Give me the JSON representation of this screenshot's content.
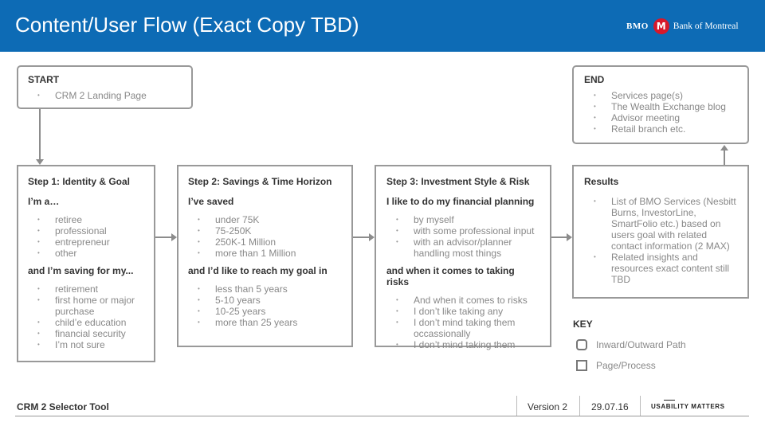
{
  "header": {
    "title": "Content/User Flow (Exact Copy TBD)",
    "brand_short": "BMO",
    "brand_name": "Bank of Montreal",
    "background": "#0d6bb5",
    "logo_color": "#d7182a"
  },
  "start": {
    "title": "START",
    "items": [
      "CRM 2 Landing Page"
    ]
  },
  "end": {
    "title": "END",
    "items": [
      "Services page(s)",
      "The Wealth Exchange blog",
      "Advisor meeting",
      "Retail branch etc."
    ]
  },
  "step1": {
    "title": "Step 1: Identity & Goal",
    "q1": "I’m a…",
    "q1_items": [
      "retiree",
      "professional",
      "entrepreneur",
      "other"
    ],
    "q2": "and I’m saving for my...",
    "q2_items": [
      "retirement",
      "first home or major purchase",
      "child’e education",
      "financial security",
      "I’m not sure"
    ]
  },
  "step2": {
    "title": "Step 2: Savings & Time Horizon",
    "q1": "I’ve saved",
    "q1_items": [
      "under 75K",
      "75-250K",
      "250K-1 Million",
      "more than 1 Million"
    ],
    "q2": "and I’d like to reach my goal in",
    "q2_items": [
      "less than 5 years",
      "5-10 years",
      "10-25 years",
      "more than 25 years"
    ]
  },
  "step3": {
    "title": "Step 3: Investment Style & Risk",
    "q1": "I like to do my financial planning",
    "q1_items": [
      "by myself",
      "with some professional input",
      "with an advisor/planner handling most things"
    ],
    "q2": "and when it comes to taking risks",
    "q2_items": [
      "And when it comes to risks",
      "I don’t like taking any",
      "I don’t mind taking them occassionally",
      "I don’t mind taking them"
    ]
  },
  "results": {
    "title": "Results",
    "items": [
      "List of BMO Services (Nesbitt Burns, InvestorLine, SmartFolio etc.) based on users goal with related contact information (2 MAX)",
      "Related insights and resources exact content still TBD"
    ]
  },
  "key": {
    "title": "KEY",
    "items": [
      "Inward/Outward Path",
      "Page/Process"
    ]
  },
  "footer": {
    "tool_name": "CRM 2 Selector Tool",
    "version": "Version 2",
    "date": "29.07.16",
    "brand": "USABILITY MATTERS"
  }
}
